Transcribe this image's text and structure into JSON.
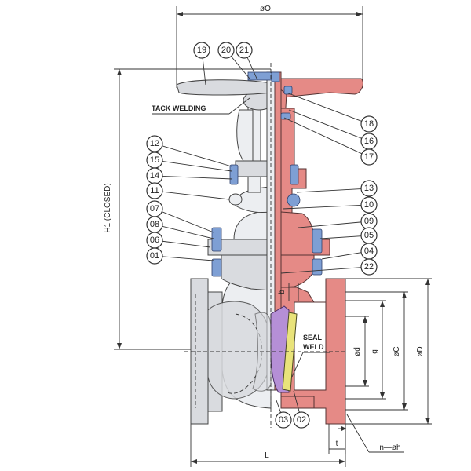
{
  "callouts": [
    {
      "id": "19",
      "label": "19"
    },
    {
      "id": "20",
      "label": "20"
    },
    {
      "id": "21",
      "label": "21"
    },
    {
      "id": "18",
      "label": "18"
    },
    {
      "id": "16",
      "label": "16"
    },
    {
      "id": "17",
      "label": "17"
    },
    {
      "id": "12",
      "label": "12"
    },
    {
      "id": "15",
      "label": "15"
    },
    {
      "id": "14",
      "label": "14"
    },
    {
      "id": "11",
      "label": "11"
    },
    {
      "id": "13",
      "label": "13"
    },
    {
      "id": "10",
      "label": "10"
    },
    {
      "id": "07",
      "label": "07"
    },
    {
      "id": "09",
      "label": "09"
    },
    {
      "id": "08",
      "label": "08"
    },
    {
      "id": "05",
      "label": "05"
    },
    {
      "id": "06",
      "label": "06"
    },
    {
      "id": "04",
      "label": "04"
    },
    {
      "id": "01",
      "label": "01"
    },
    {
      "id": "22",
      "label": "22"
    },
    {
      "id": "03",
      "label": "03"
    },
    {
      "id": "02",
      "label": "02"
    }
  ],
  "annotations": {
    "tack_welding": "TACK WELDING",
    "seal": "SEAL",
    "weld": "WELD"
  },
  "dimensions": {
    "diameter_o": "øO",
    "height_closed": "H1 (CLOSED)",
    "length": "L",
    "diameter_d": "ød",
    "diameter_g": "g",
    "diameter_c": "øC",
    "diameter_big_d": "øD",
    "flange_t": "t",
    "bolt_holes": "n—øh",
    "raised_face": "b"
  },
  "colors": {
    "body": "#d9dbdf",
    "section": "#e58a86",
    "bolts": "#7e9fd4",
    "disc": "#b58fd6",
    "seat": "#e9e37a"
  }
}
